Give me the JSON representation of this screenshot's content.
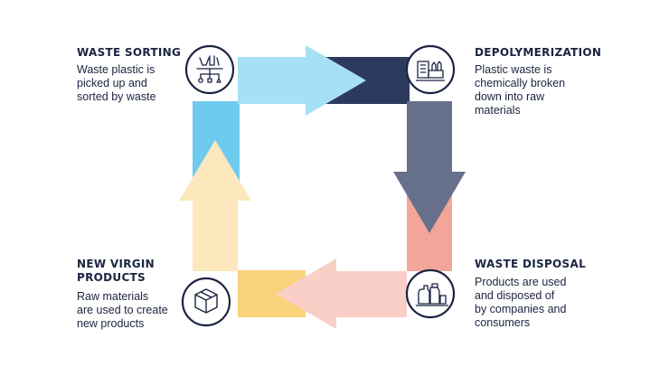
{
  "steps": [
    {
      "id": "waste-sorting",
      "title": "WASTE SORTING",
      "description": "Waste plastic is\npicked up and\nsorted by waste",
      "icon": "sorting-machine-icon"
    },
    {
      "id": "depolymerization",
      "title": "DEPOLYMERIZATION",
      "description": "Plastic waste is\nchemically broken\ndown into raw\nmaterials",
      "icon": "factory-bottles-icon"
    },
    {
      "id": "waste-disposal",
      "title": "WASTE DISPOSAL",
      "description": "Products are used\nand disposed of\nby companies and\nconsumers",
      "icon": "household-products-icon"
    },
    {
      "id": "new-virgin-products",
      "title": "NEW VIRGIN\nPRODUCTS",
      "description": "Raw materials\nare used to create\nnew products",
      "icon": "cube-box-icon"
    }
  ],
  "colors": {
    "text": "#1b2440",
    "icon_stroke": "#1b2440",
    "top_arrow": "#a6e0f5",
    "top_bar_dark": "#2c3a5e",
    "right_arrow": "#66708a",
    "right_bar_pink": "#f4a59a",
    "bottom_arrow": "#f9cfc8",
    "bottom_bar_yellow": "#fbd27c",
    "left_arrow": "#fde8bd",
    "left_bar_blue": "#6fcaef"
  }
}
